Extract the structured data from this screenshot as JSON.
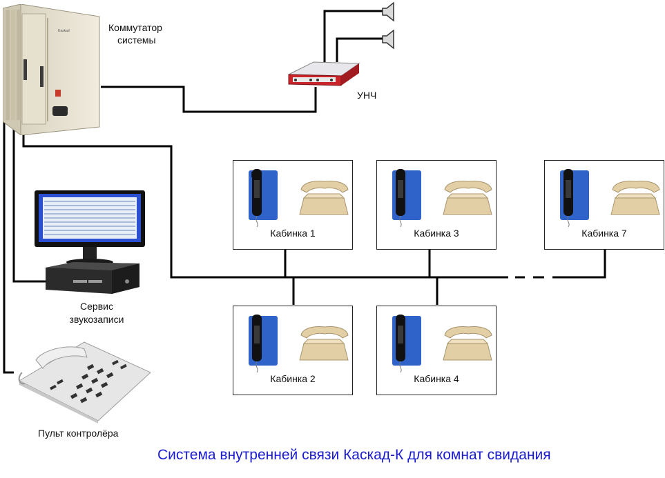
{
  "labels": {
    "switch": [
      "Коммутатор",
      "системы"
    ],
    "amplifier": "УНЧ",
    "recorder": [
      "Сервис",
      "звукозаписи"
    ],
    "console": "Пульт контролёра"
  },
  "booths": [
    {
      "id": "1",
      "label": "Кабинка 1"
    },
    {
      "id": "3",
      "label": "Кабинка 3"
    },
    {
      "id": "7",
      "label": "Кабинка 7"
    },
    {
      "id": "2",
      "label": "Кабинка 2"
    },
    {
      "id": "4",
      "label": "Кабинка 4"
    }
  ],
  "title": "Система внутренней связи Каскад-К для комнат свидания",
  "colors": {
    "title": "#1a1ad0",
    "wire": "#000000",
    "phone_blue": "#2f63c9",
    "handset_beige": "#e2cfa6"
  }
}
